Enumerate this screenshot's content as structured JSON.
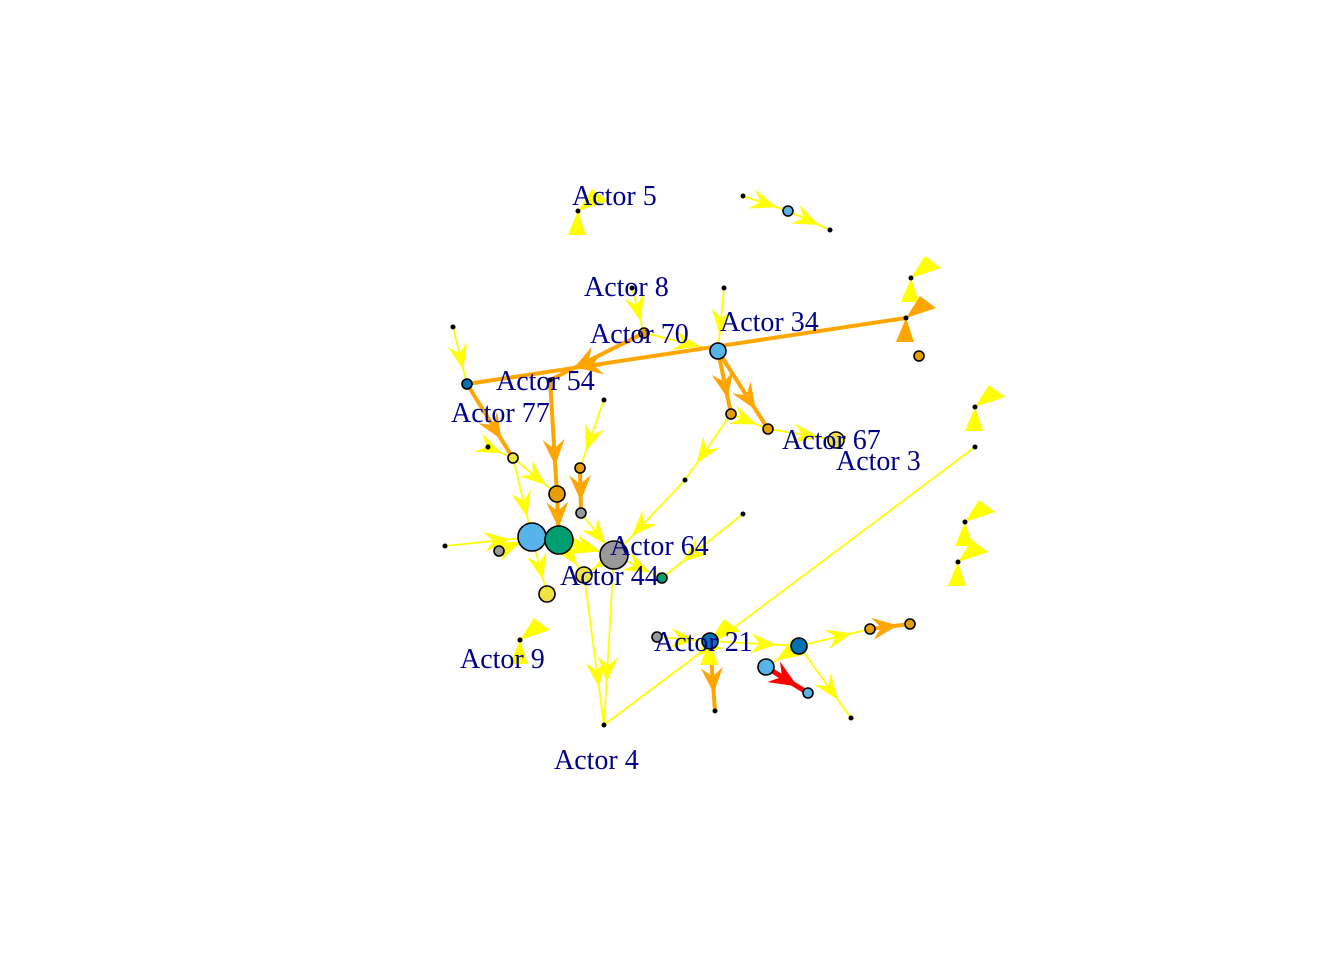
{
  "graph": {
    "edge_colors": {
      "light": "#FFFF00",
      "mid": "#FFA500",
      "strong": "#FF0000"
    },
    "node_border": "#000000",
    "label_color": "#00008B",
    "labels": [
      {
        "node": "n5",
        "text": "Actor 5"
      },
      {
        "node": "n8",
        "text": "Actor 8"
      },
      {
        "node": "n70",
        "text": "Actor 70"
      },
      {
        "node": "n34",
        "text": "Actor 34"
      },
      {
        "node": "n54",
        "text": "Actor 54"
      },
      {
        "node": "n77",
        "text": "Actor 77"
      },
      {
        "node": "n67",
        "text": "Actor 67"
      },
      {
        "node": "n3",
        "text": "Actor 3"
      },
      {
        "node": "n64",
        "text": "Actor 64"
      },
      {
        "node": "n44",
        "text": "Actor 44"
      },
      {
        "node": "n21",
        "text": "Actor 21"
      },
      {
        "node": "n9",
        "text": "Actor 9"
      },
      {
        "node": "n4",
        "text": "Actor 4"
      }
    ],
    "nodes": [
      {
        "id": "n5",
        "size": "dot",
        "color": "#000000"
      },
      {
        "id": "a1",
        "size": "dot",
        "color": "#000000"
      },
      {
        "id": "a2",
        "size": "small",
        "color": "#56B4E9"
      },
      {
        "id": "a3",
        "size": "dot",
        "color": "#000000"
      },
      {
        "id": "n8",
        "size": "dot",
        "color": "#000000"
      },
      {
        "id": "a4",
        "size": "dot",
        "color": "#000000"
      },
      {
        "id": "n70",
        "size": "small",
        "color": "#E69F00"
      },
      {
        "id": "n34",
        "size": "medium",
        "color": "#56B4E9"
      },
      {
        "id": "b1",
        "size": "dot",
        "color": "#000000"
      },
      {
        "id": "b2",
        "size": "small",
        "color": "#E69F00"
      },
      {
        "id": "b3",
        "size": "dot",
        "color": "#000000"
      },
      {
        "id": "c1",
        "size": "dot",
        "color": "#000000"
      },
      {
        "id": "c2",
        "size": "small",
        "color": "#0072B2"
      },
      {
        "id": "n54",
        "size": "dot",
        "color": "#000000"
      },
      {
        "id": "d1",
        "size": "dot",
        "color": "#000000"
      },
      {
        "id": "n77",
        "size": "small",
        "color": "#F0E442"
      },
      {
        "id": "d2",
        "size": "dot",
        "color": "#000000"
      },
      {
        "id": "d3",
        "size": "small",
        "color": "#E69F00"
      },
      {
        "id": "n67",
        "size": "small",
        "color": "#E69F00"
      },
      {
        "id": "n3",
        "size": "medium",
        "color": "#F0E442"
      },
      {
        "id": "e1",
        "size": "dot",
        "color": "#000000"
      },
      {
        "id": "e2",
        "size": "dot",
        "color": "#000000"
      },
      {
        "id": "e3",
        "size": "dot",
        "color": "#000000"
      },
      {
        "id": "f1",
        "size": "dot",
        "color": "#000000"
      },
      {
        "id": "f2",
        "size": "dot",
        "color": "#000000"
      },
      {
        "id": "g1",
        "size": "small",
        "color": "#E69F00"
      },
      {
        "id": "g2",
        "size": "medium",
        "color": "#E69F00"
      },
      {
        "id": "g3",
        "size": "small",
        "color": "#999999"
      },
      {
        "id": "h1",
        "size": "dot",
        "color": "#000000"
      },
      {
        "id": "h2",
        "size": "small",
        "color": "#999999"
      },
      {
        "id": "h3",
        "size": "large",
        "color": "#56B4E9"
      },
      {
        "id": "h4",
        "size": "large",
        "color": "#009E73"
      },
      {
        "id": "n64",
        "size": "large",
        "color": "#999999"
      },
      {
        "id": "n44",
        "size": "medium",
        "color": "#F0E442"
      },
      {
        "id": "i1",
        "size": "medium",
        "color": "#F0E442"
      },
      {
        "id": "i2",
        "size": "small",
        "color": "#009E73"
      },
      {
        "id": "i3",
        "size": "small",
        "color": "#999999"
      },
      {
        "id": "n21",
        "size": "medium",
        "color": "#0072B2"
      },
      {
        "id": "j1",
        "size": "dot",
        "color": "#000000"
      },
      {
        "id": "j2",
        "size": "medium",
        "color": "#56B4E9"
      },
      {
        "id": "j3",
        "size": "medium",
        "color": "#0072B2"
      },
      {
        "id": "j4",
        "size": "small",
        "color": "#56B4E9"
      },
      {
        "id": "j5",
        "size": "dot",
        "color": "#000000"
      },
      {
        "id": "k1",
        "size": "small",
        "color": "#E69F00"
      },
      {
        "id": "k2",
        "size": "small",
        "color": "#E69F00"
      },
      {
        "id": "n9",
        "size": "dot",
        "color": "#000000"
      },
      {
        "id": "n4",
        "size": "dot",
        "color": "#000000"
      },
      {
        "id": "l1",
        "size": "dot",
        "color": "#000000"
      }
    ],
    "edges": [
      {
        "from": "n5",
        "to": "n5",
        "weight": "light"
      },
      {
        "from": "a1",
        "to": "a2",
        "weight": "light"
      },
      {
        "from": "a2",
        "to": "a3",
        "weight": "light"
      },
      {
        "from": "a4",
        "to": "a4",
        "weight": "light"
      },
      {
        "from": "n8",
        "to": "n70",
        "weight": "light"
      },
      {
        "from": "n70",
        "to": "n34",
        "weight": "light"
      },
      {
        "from": "n70",
        "to": "n54",
        "weight": "mid"
      },
      {
        "from": "b1",
        "to": "n34",
        "weight": "light"
      },
      {
        "from": "n34",
        "to": "b2",
        "weight": "mid"
      },
      {
        "from": "n34",
        "to": "n67",
        "weight": "mid"
      },
      {
        "from": "b2",
        "to": "n67",
        "weight": "light"
      },
      {
        "from": "n67",
        "to": "n3",
        "weight": "light"
      },
      {
        "from": "b2",
        "to": "e1",
        "weight": "light"
      },
      {
        "from": "e1",
        "to": "n64",
        "weight": "light"
      },
      {
        "from": "e2",
        "to": "i2",
        "weight": "light"
      },
      {
        "from": "b3",
        "to": "c2",
        "weight": "mid"
      },
      {
        "from": "b3",
        "to": "b3",
        "weight": "mid"
      },
      {
        "from": "c1",
        "to": "c2",
        "weight": "light"
      },
      {
        "from": "c2",
        "to": "n77",
        "weight": "mid"
      },
      {
        "from": "n54",
        "to": "g2",
        "weight": "mid"
      },
      {
        "from": "d1",
        "to": "g1",
        "weight": "light"
      },
      {
        "from": "n77",
        "to": "g2",
        "weight": "light"
      },
      {
        "from": "d2",
        "to": "n77",
        "weight": "light"
      },
      {
        "from": "n77",
        "to": "h3",
        "weight": "light"
      },
      {
        "from": "g2",
        "to": "h4",
        "weight": "mid"
      },
      {
        "from": "g1",
        "to": "g3",
        "weight": "mid"
      },
      {
        "from": "g3",
        "to": "n64",
        "weight": "light"
      },
      {
        "from": "h1",
        "to": "h3",
        "weight": "light"
      },
      {
        "from": "h2",
        "to": "h3",
        "weight": "light"
      },
      {
        "from": "h3",
        "to": "n64",
        "weight": "light"
      },
      {
        "from": "h4",
        "to": "n64",
        "weight": "light"
      },
      {
        "from": "h3",
        "to": "i1",
        "weight": "light"
      },
      {
        "from": "h4",
        "to": "n44",
        "weight": "light"
      },
      {
        "from": "n64",
        "to": "n44",
        "weight": "light"
      },
      {
        "from": "n64",
        "to": "i2",
        "weight": "light"
      },
      {
        "from": "n44",
        "to": "n4",
        "weight": "light"
      },
      {
        "from": "n64",
        "to": "n4",
        "weight": "light"
      },
      {
        "from": "n9",
        "to": "n9",
        "weight": "light"
      },
      {
        "from": "l1",
        "to": "n4",
        "weight": "light"
      },
      {
        "from": "i3",
        "to": "n21",
        "weight": "light"
      },
      {
        "from": "n21",
        "to": "j1",
        "weight": "mid"
      },
      {
        "from": "n21",
        "to": "j3",
        "weight": "light"
      },
      {
        "from": "j3",
        "to": "j2",
        "weight": "light"
      },
      {
        "from": "j2",
        "to": "j4",
        "weight": "strong"
      },
      {
        "from": "j3",
        "to": "j5",
        "weight": "light"
      },
      {
        "from": "j3",
        "to": "k1",
        "weight": "light"
      },
      {
        "from": "k1",
        "to": "k2",
        "weight": "mid"
      },
      {
        "from": "n21",
        "to": "n21",
        "weight": "light"
      },
      {
        "from": "f1",
        "to": "f1",
        "weight": "light"
      },
      {
        "from": "f2",
        "to": "f2",
        "weight": "light"
      },
      {
        "from": "e3",
        "to": "e3",
        "weight": "light"
      }
    ]
  }
}
